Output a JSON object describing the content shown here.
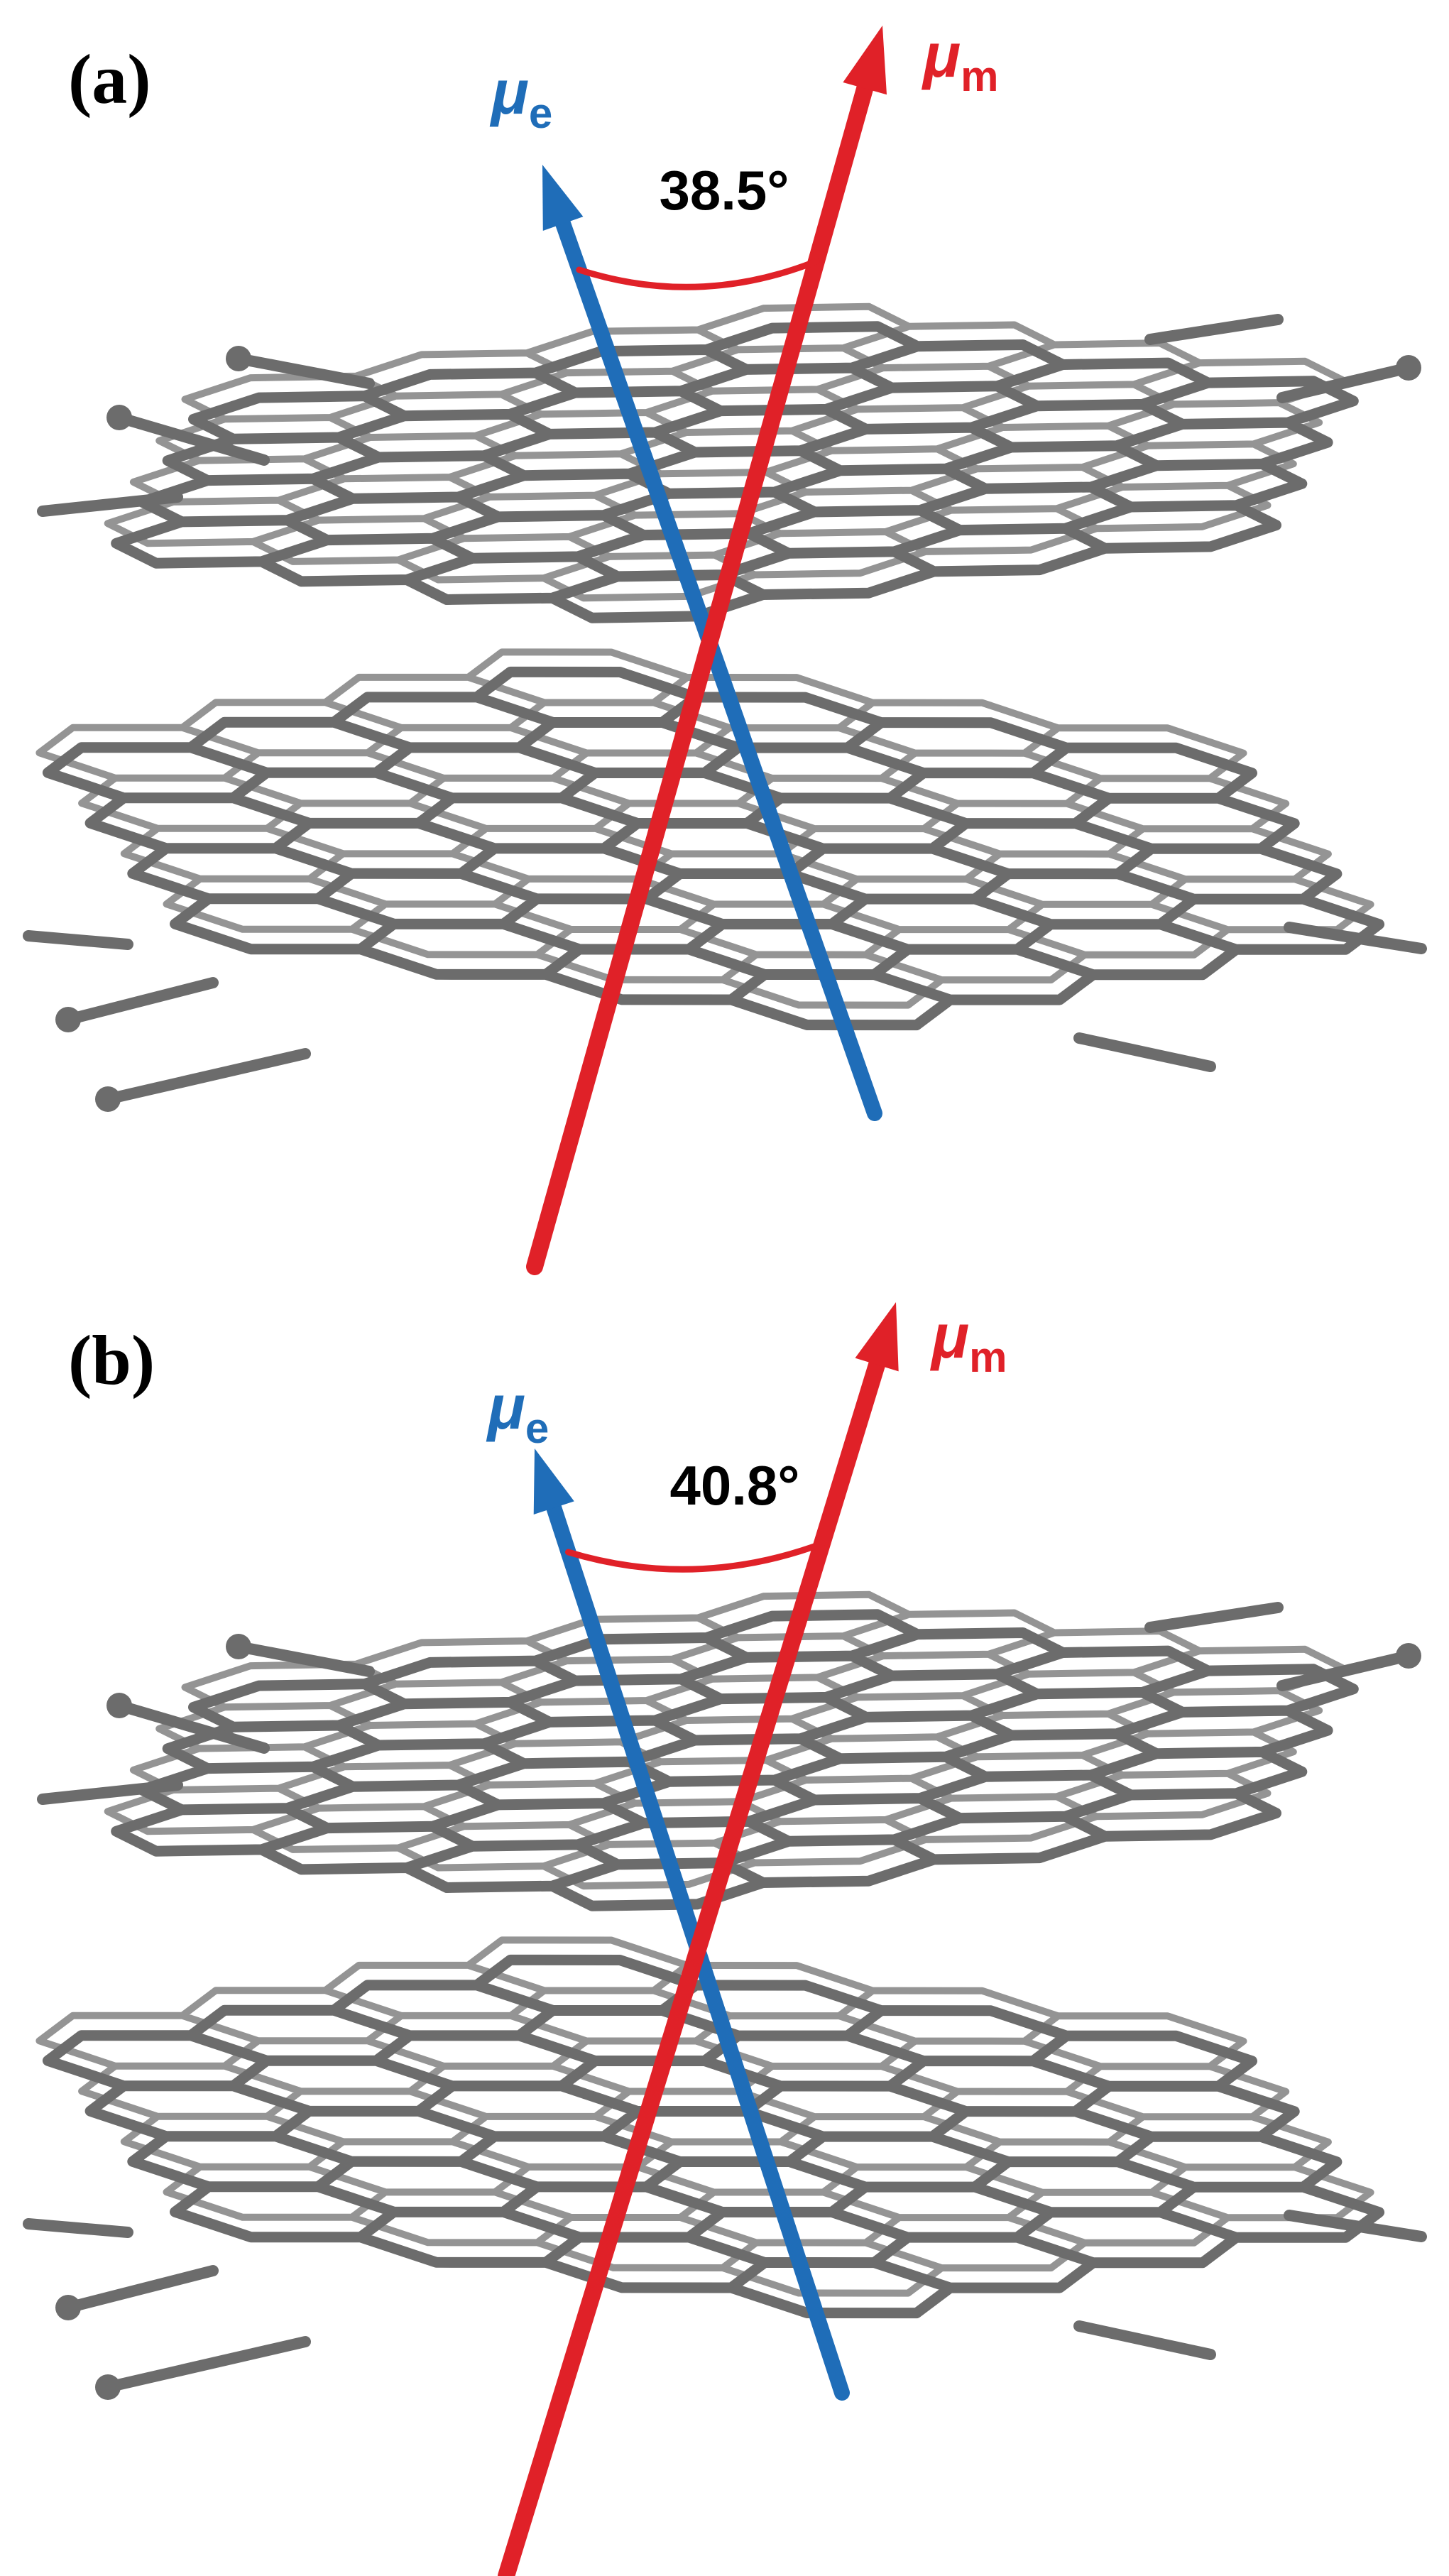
{
  "figure": {
    "background": "#ffffff",
    "colors": {
      "electric": "#1f6db8",
      "magnetic": "#e02128",
      "molecule": "#6c6c6c",
      "molecule_light": "#949494",
      "label": "#000000",
      "background": "#ffffff"
    },
    "panels": [
      {
        "id": "a",
        "label": "(a)",
        "angle_label": "38.5°",
        "angle_deg": 38.5,
        "mu_e": {
          "symbol": "μ",
          "sub": "e"
        },
        "mu_m": {
          "symbol": "μ",
          "sub": "m"
        }
      },
      {
        "id": "b",
        "label": "(b)",
        "angle_label": "40.8°",
        "angle_deg": 40.8,
        "mu_e": {
          "symbol": "μ",
          "sub": "e"
        },
        "mu_m": {
          "symbol": "μ",
          "sub": "m"
        }
      }
    ]
  }
}
